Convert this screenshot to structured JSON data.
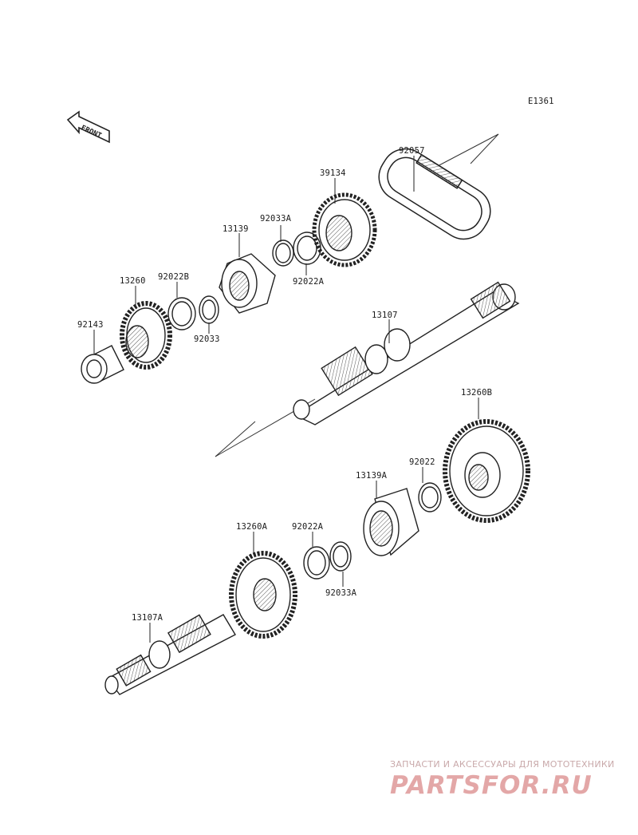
{
  "diagram_code": "E1361",
  "front_label": "FRONT",
  "parts": [
    {
      "id": "p92057",
      "label": "92057"
    },
    {
      "id": "p39134",
      "label": "39134"
    },
    {
      "id": "p92033A_top",
      "label": "92033A"
    },
    {
      "id": "p13139",
      "label": "13139"
    },
    {
      "id": "p92022A_top",
      "label": "92022A"
    },
    {
      "id": "p13260",
      "label": "13260"
    },
    {
      "id": "p92022B",
      "label": "92022B"
    },
    {
      "id": "p92143",
      "label": "92143"
    },
    {
      "id": "p92033",
      "label": "92033"
    },
    {
      "id": "p13107",
      "label": "13107"
    },
    {
      "id": "p13260B",
      "label": "13260B"
    },
    {
      "id": "p92022",
      "label": "92022"
    },
    {
      "id": "p13139A",
      "label": "13139A"
    },
    {
      "id": "p13260A",
      "label": "13260A"
    },
    {
      "id": "p92022A_bot",
      "label": "92022A"
    },
    {
      "id": "p92033A_bot",
      "label": "92033A"
    },
    {
      "id": "p13107A",
      "label": "13107A"
    }
  ],
  "watermark": {
    "tagline": "ЗАПЧАСТИ И АКСЕССУАРЫ ДЛЯ МОТОТЕХНИКИ",
    "logo": "PARTSFOR.RU",
    "color": "#e3a7a7"
  }
}
